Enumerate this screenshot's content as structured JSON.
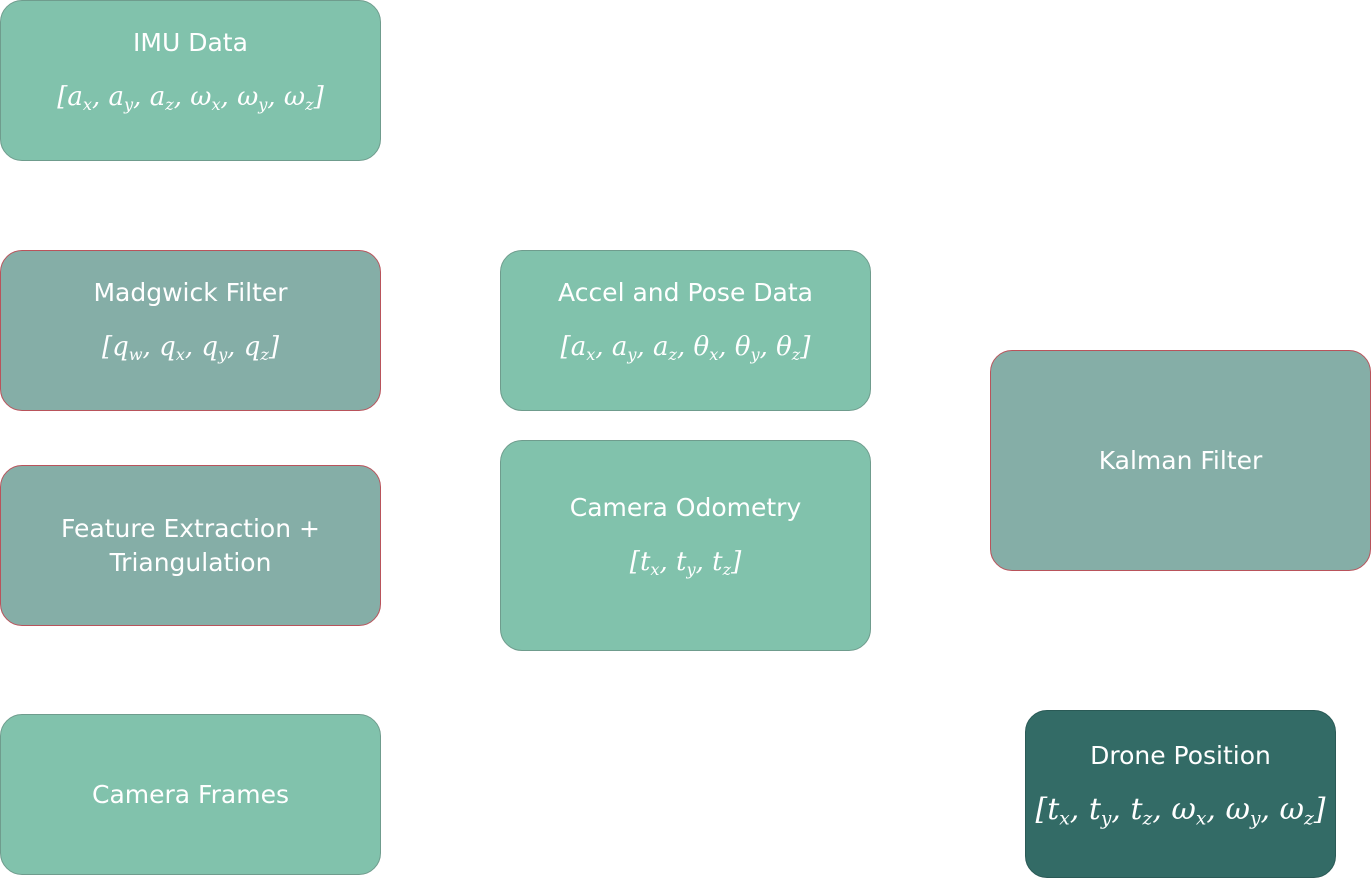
{
  "nodes": {
    "imu_data": {
      "title": "IMU Data",
      "vector": [
        {
          "b": "a",
          "s": "x"
        },
        {
          "b": "a",
          "s": "y"
        },
        {
          "b": "a",
          "s": "z"
        },
        {
          "b": "ω",
          "s": "x"
        },
        {
          "b": "ω",
          "s": "y"
        },
        {
          "b": "ω",
          "s": "z"
        }
      ]
    },
    "madgwick_filter": {
      "title": "Madgwick Filter",
      "vector": [
        {
          "b": "q",
          "s": "w"
        },
        {
          "b": "q",
          "s": "x"
        },
        {
          "b": "q",
          "s": "y"
        },
        {
          "b": "q",
          "s": "z"
        }
      ]
    },
    "feature_extraction": {
      "title_line1": "Feature Extraction +",
      "title_line2": "Triangulation"
    },
    "camera_frames": {
      "title": "Camera Frames"
    },
    "accel_pose_data": {
      "title": "Accel and Pose Data",
      "vector": [
        {
          "b": "a",
          "s": "x"
        },
        {
          "b": "a",
          "s": "y"
        },
        {
          "b": "a",
          "s": "z"
        },
        {
          "b": "θ",
          "s": "x"
        },
        {
          "b": "θ",
          "s": "y"
        },
        {
          "b": "θ",
          "s": "z"
        }
      ]
    },
    "camera_odometry": {
      "title": "Camera Odometry",
      "vector": [
        {
          "b": "t",
          "s": "x"
        },
        {
          "b": "t",
          "s": "y"
        },
        {
          "b": "t",
          "s": "z"
        }
      ]
    },
    "kalman_filter": {
      "title": "Kalman Filter"
    },
    "drone_position": {
      "title": "Drone Position",
      "vector": [
        {
          "b": "t",
          "s": "x"
        },
        {
          "b": "t",
          "s": "y"
        },
        {
          "b": "t",
          "s": "z"
        },
        {
          "b": "ω",
          "s": "x"
        },
        {
          "b": "ω",
          "s": "y"
        },
        {
          "b": "ω",
          "s": "z"
        }
      ]
    }
  },
  "colors": {
    "input_node": "#81c2ac",
    "process_node": "#85aea7",
    "output_node": "#336b66",
    "text": "#ffffff"
  }
}
